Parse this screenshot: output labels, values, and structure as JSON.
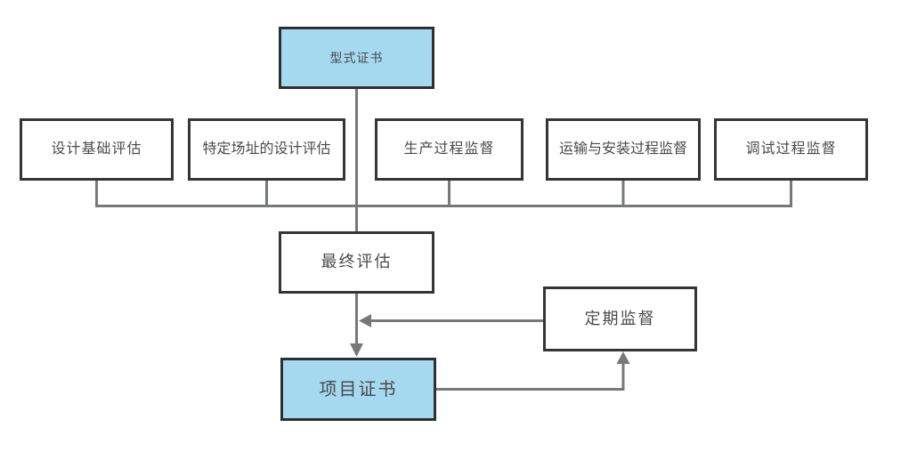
{
  "diagram": {
    "type": "flowchart",
    "background": "#ffffff",
    "colors": {
      "highlight_fill": "#a5d9f0",
      "plain_fill": "#ffffff",
      "box_border": "#333538",
      "connector": "#76787a",
      "text": "#4a4a4a"
    },
    "nodes": {
      "type_certificate": {
        "label": "型式证书",
        "style": "highlight"
      },
      "design_basis_evaluation": {
        "label": "设计基础评估",
        "style": "plain"
      },
      "site_specific_design_evaluation": {
        "label": "特定场址的设计评估",
        "style": "plain"
      },
      "production_process_supervision": {
        "label": "生产过程监督",
        "style": "plain"
      },
      "transport_installation_supervision": {
        "label": "运输与安装过程监督",
        "style": "plain"
      },
      "commissioning_process_supervision": {
        "label": "调试过程监督",
        "style": "plain"
      },
      "final_evaluation": {
        "label": "最终评估",
        "style": "plain"
      },
      "periodic_supervision": {
        "label": "定期监督",
        "style": "plain"
      },
      "project_certificate": {
        "label": "项目证书",
        "style": "highlight"
      }
    },
    "edges": [
      {
        "from": "type_certificate",
        "to": "final_evaluation",
        "arrow": false
      },
      {
        "from": "design_basis_evaluation",
        "to": "final_evaluation",
        "via": "bus",
        "arrow": false
      },
      {
        "from": "site_specific_design_evaluation",
        "to": "final_evaluation",
        "via": "bus",
        "arrow": false
      },
      {
        "from": "production_process_supervision",
        "to": "final_evaluation",
        "via": "bus",
        "arrow": false
      },
      {
        "from": "transport_installation_supervision",
        "to": "final_evaluation",
        "via": "bus",
        "arrow": false
      },
      {
        "from": "commissioning_process_supervision",
        "to": "final_evaluation",
        "via": "bus",
        "arrow": false
      },
      {
        "from": "final_evaluation",
        "to": "project_certificate",
        "arrow": true
      },
      {
        "from": "periodic_supervision",
        "to": "final_evaluation-project_certificate-connector",
        "arrow": true
      },
      {
        "from": "project_certificate",
        "to": "periodic_supervision",
        "arrow": true
      }
    ]
  }
}
